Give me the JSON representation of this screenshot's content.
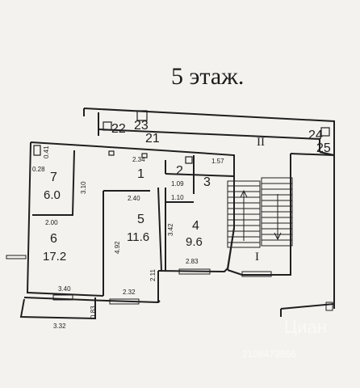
{
  "title": "5 этаж.",
  "rooms": [
    {
      "no": "1"
    },
    {
      "no": "2"
    },
    {
      "no": "3"
    },
    {
      "no": "4",
      "area": "9.6"
    },
    {
      "no": "5",
      "area": "11.6"
    },
    {
      "no": "6",
      "area": "17.2"
    },
    {
      "no": "7",
      "area": "6.0"
    }
  ],
  "zones": [
    "I",
    "II"
  ],
  "balcony_numbers": [
    "21",
    "22",
    "23",
    "24",
    "25"
  ],
  "dimensions": [
    "0.41",
    "0.28",
    "3.10",
    "2.00",
    "2.34",
    "2.40",
    "1.57",
    "1.09",
    "1.10",
    "3.42",
    "4.92",
    "2.11",
    "2.83",
    "3.40",
    "2.32",
    "3.32",
    "0.83"
  ],
  "watermark": {
    "brand": "Циан",
    "id": "2108473866"
  }
}
